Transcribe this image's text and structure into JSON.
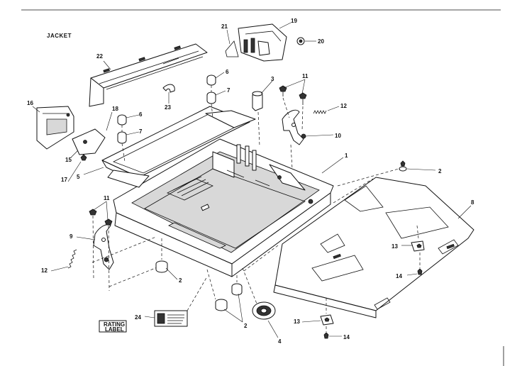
{
  "diagram": {
    "title": "JACKET",
    "rating_label_text": [
      "RATING",
      "LABEL"
    ],
    "callouts": [
      {
        "id": "c1",
        "text": "1"
      },
      {
        "id": "c2a",
        "text": "2"
      },
      {
        "id": "c2b",
        "text": "2"
      },
      {
        "id": "c2c",
        "text": "2"
      },
      {
        "id": "c3",
        "text": "3"
      },
      {
        "id": "c4",
        "text": "4"
      },
      {
        "id": "c5",
        "text": "5"
      },
      {
        "id": "c6a",
        "text": "6"
      },
      {
        "id": "c6b",
        "text": "6"
      },
      {
        "id": "c7a",
        "text": "7"
      },
      {
        "id": "c7b",
        "text": "7"
      },
      {
        "id": "c8",
        "text": "8"
      },
      {
        "id": "c9",
        "text": "9"
      },
      {
        "id": "c10",
        "text": "10"
      },
      {
        "id": "c11a",
        "text": "11"
      },
      {
        "id": "c11b",
        "text": "11"
      },
      {
        "id": "c12a",
        "text": "12"
      },
      {
        "id": "c12b",
        "text": "12"
      },
      {
        "id": "c13a",
        "text": "13"
      },
      {
        "id": "c13b",
        "text": "13"
      },
      {
        "id": "c14a",
        "text": "14"
      },
      {
        "id": "c14b",
        "text": "14"
      },
      {
        "id": "c15",
        "text": "15"
      },
      {
        "id": "c16",
        "text": "16"
      },
      {
        "id": "c17",
        "text": "17"
      },
      {
        "id": "c18",
        "text": "18"
      },
      {
        "id": "c19",
        "text": "19"
      },
      {
        "id": "c20",
        "text": "20"
      },
      {
        "id": "c21",
        "text": "21"
      },
      {
        "id": "c22",
        "text": "22"
      },
      {
        "id": "c23",
        "text": "23"
      },
      {
        "id": "c24",
        "text": "24"
      }
    ]
  }
}
